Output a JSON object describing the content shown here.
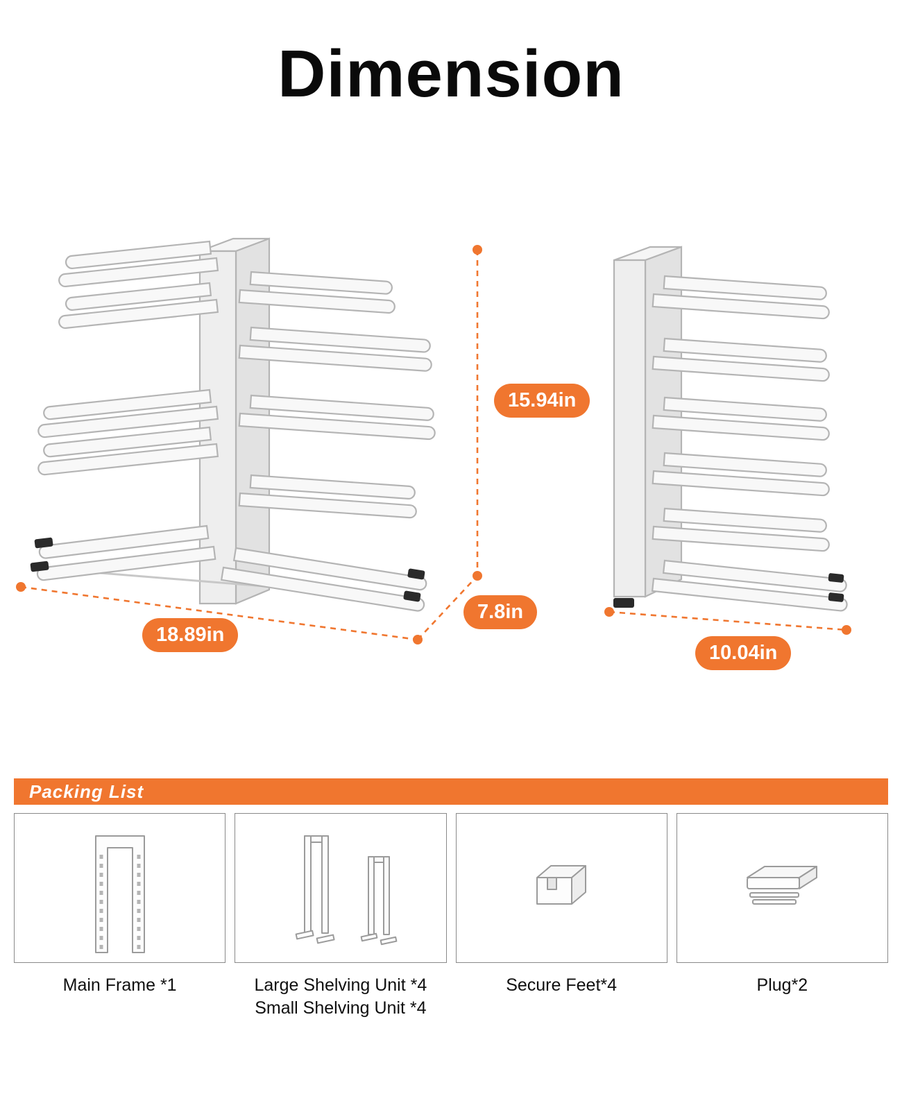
{
  "title": "Dimension",
  "colors": {
    "accent": "#F0762F"
  },
  "dimensions": {
    "height_label": "15.94in",
    "depth_label": "7.8in",
    "width_expanded_label": "18.89in",
    "width_compact_label": "10.04in"
  },
  "packing_list": {
    "header": "Packing List",
    "items": [
      {
        "icon": "main-frame-icon",
        "lines": [
          "Main Frame *1"
        ]
      },
      {
        "icon": "shelving-units-icon",
        "lines": [
          "Large Shelving Unit *4",
          "Small Shelving Unit *4"
        ]
      },
      {
        "icon": "secure-feet-icon",
        "lines": [
          "Secure Feet*4"
        ]
      },
      {
        "icon": "plug-icon",
        "lines": [
          "Plug*2"
        ]
      }
    ]
  }
}
